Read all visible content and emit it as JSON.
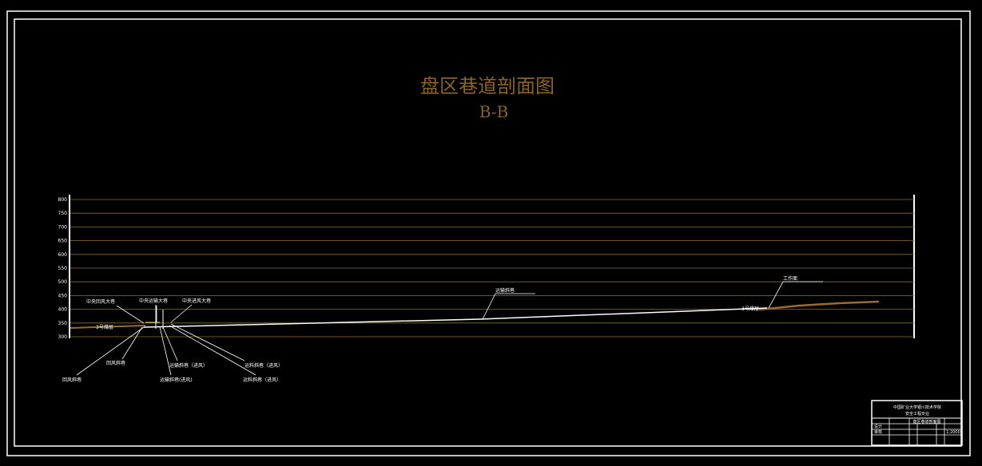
{
  "drawing": {
    "title": "盘区巷道剖面图",
    "subtitle": "B-B",
    "title_color": "#8a6420"
  },
  "profile": {
    "elevation_ticks": [
      "800",
      "750",
      "700",
      "650",
      "600",
      "550",
      "500",
      "450",
      "400",
      "350",
      "300"
    ],
    "gridline_color": "#8a6a30",
    "roadway_color": "#ffffff",
    "seam_color": "#9a6a30"
  },
  "labels": {
    "central_return_roadway": "中央回风大巷",
    "central_haulage_roadway": "中央运输大巷",
    "central_intake_roadway": "中央进风大巷",
    "coal_seam_left": "3号煤层",
    "coal_seam_right": "3号煤层",
    "haulage_incline_upper": "运输斜巷",
    "working_face": "工作面",
    "return_incline": "回风斜巷",
    "return_inclined_shaft": "回风斜巷",
    "haulage_incline_intake": "运输斜巷（进风）",
    "haulage_incline_intake_2": "运输斜巷(进风)",
    "material_incline_intake": "运料斜巷（进风）",
    "material_incline_intake_2": "运料斜巷（进风）"
  },
  "title_block": {
    "org_line1": "中国矿业大学银川技术学院",
    "org_line2": "安全工程专业",
    "row1_left": "设计",
    "row2_left": "审核",
    "drawing_name": "盘区巷道剖面图",
    "scale": "1:2000"
  }
}
